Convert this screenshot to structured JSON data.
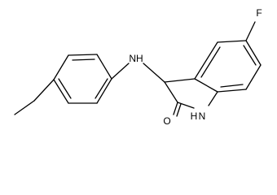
{
  "molecule": {
    "atoms": {
      "amine": "NH",
      "fluorine": "F",
      "ring_amine": "NH",
      "ring_amine_h": "H",
      "ring_amine_n": "N",
      "oxygen": "O"
    }
  }
}
